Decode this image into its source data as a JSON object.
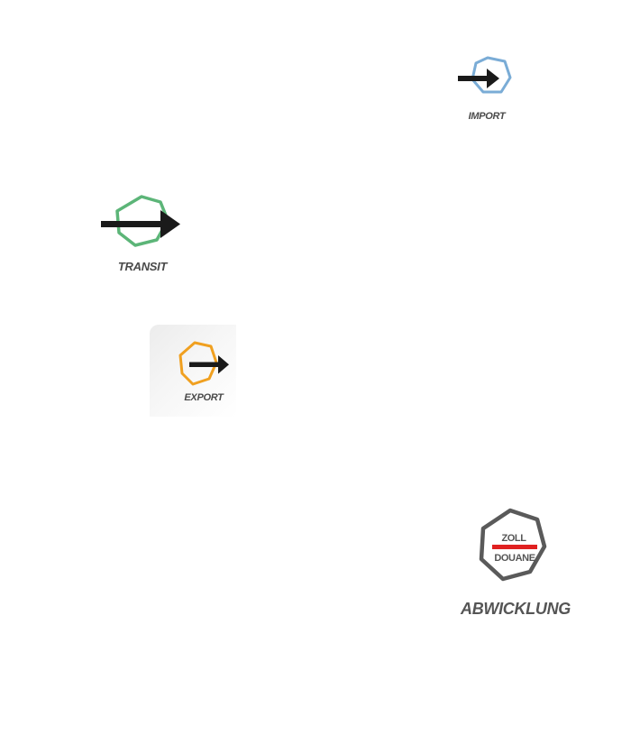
{
  "badges": {
    "import": {
      "label": "IMPORT",
      "icon": "arrow-right-icon",
      "color": "#7aacd6"
    },
    "transit": {
      "label": "TRANSIT",
      "icon": "arrow-right-icon",
      "color": "#5cb578"
    },
    "export": {
      "label": "EXPORT",
      "icon": "arrow-right-icon",
      "color": "#f0a020"
    },
    "customs": {
      "top_text": "ZOLL",
      "bottom_text": "DOUANE",
      "label": "ABWICKLUNG",
      "icon": "customs-hexagon-icon",
      "color": "#5a5a5a",
      "divider_color": "#e02020"
    }
  }
}
